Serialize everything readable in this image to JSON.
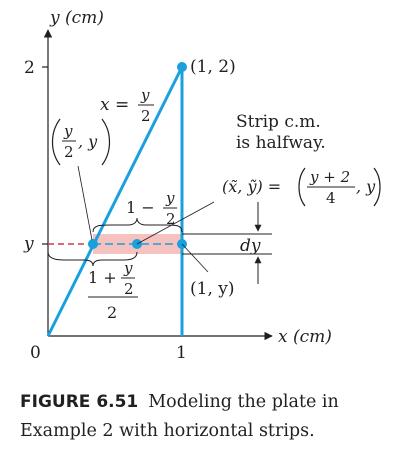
{
  "axes": {
    "y_title": "y (cm)",
    "x_title": "x (cm)",
    "y_tick_top": "2",
    "y_tick_mid": "y",
    "x_tick_origin": "0",
    "x_tick_one": "1"
  },
  "labels": {
    "top_point": "(1, 2)",
    "line_eq_x": "x =",
    "frac_y": "y",
    "frac_2": "2",
    "pt_close": ", y",
    "note_line1": "Strip c.m.",
    "note_line2": "is halfway.",
    "com_lhs": "(x̃, ỹ) =",
    "com_num": "y + 2",
    "com_den": "4",
    "one_minus": "1 −",
    "one_plus": "1 +",
    "dy": "dy",
    "right_point": "(1, y)"
  },
  "caption": {
    "label": "FIGURE 6.51",
    "text": "Modeling the plate in Example 2 with horizontal strips."
  },
  "colors": {
    "line": "#1aa0dc",
    "strip": "#f6c2bf",
    "dash": "#d6334a",
    "ink": "#231f20"
  }
}
